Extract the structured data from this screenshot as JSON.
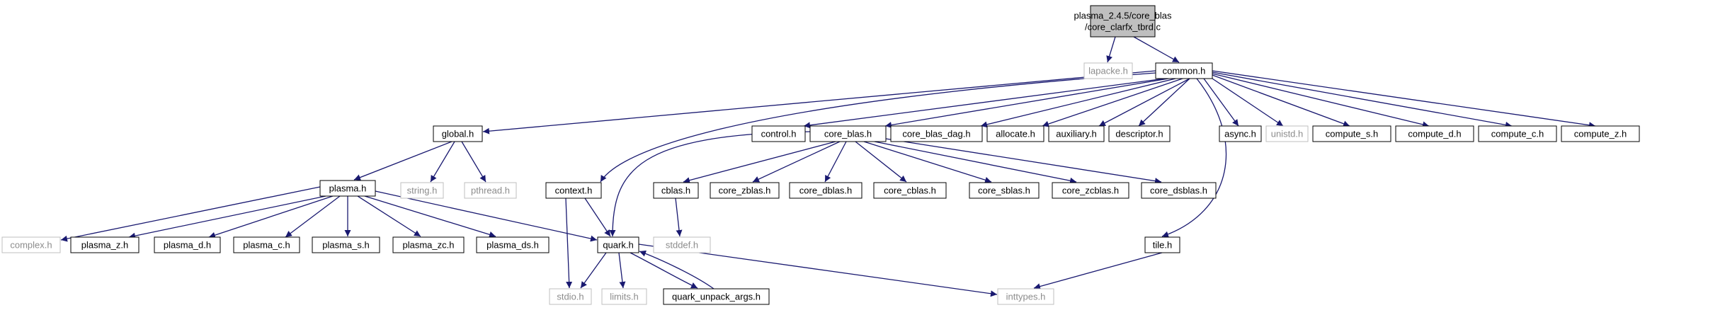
{
  "diagram": {
    "nodes": [
      {
        "id": "root",
        "label_lines": [
          "plasma_2.4.5/core_blas",
          "/core_clarfx_tbrd.c"
        ],
        "style": "root"
      },
      {
        "id": "lapacke",
        "label_lines": [
          "lapacke.h"
        ],
        "style": "external"
      },
      {
        "id": "common",
        "label_lines": [
          "common.h"
        ],
        "style": "internal"
      },
      {
        "id": "global",
        "label_lines": [
          "global.h"
        ],
        "style": "internal"
      },
      {
        "id": "control",
        "label_lines": [
          "control.h"
        ],
        "style": "internal"
      },
      {
        "id": "core_blas",
        "label_lines": [
          "core_blas.h"
        ],
        "style": "internal"
      },
      {
        "id": "core_blas_dag",
        "label_lines": [
          "core_blas_dag.h"
        ],
        "style": "internal"
      },
      {
        "id": "allocate",
        "label_lines": [
          "allocate.h"
        ],
        "style": "internal"
      },
      {
        "id": "auxiliary",
        "label_lines": [
          "auxiliary.h"
        ],
        "style": "internal"
      },
      {
        "id": "descriptor",
        "label_lines": [
          "descriptor.h"
        ],
        "style": "internal"
      },
      {
        "id": "async",
        "label_lines": [
          "async.h"
        ],
        "style": "internal"
      },
      {
        "id": "unistd",
        "label_lines": [
          "unistd.h"
        ],
        "style": "external"
      },
      {
        "id": "compute_s",
        "label_lines": [
          "compute_s.h"
        ],
        "style": "internal"
      },
      {
        "id": "compute_d",
        "label_lines": [
          "compute_d.h"
        ],
        "style": "internal"
      },
      {
        "id": "compute_c",
        "label_lines": [
          "compute_c.h"
        ],
        "style": "internal"
      },
      {
        "id": "compute_z",
        "label_lines": [
          "compute_z.h"
        ],
        "style": "internal"
      },
      {
        "id": "plasma",
        "label_lines": [
          "plasma.h"
        ],
        "style": "internal"
      },
      {
        "id": "string",
        "label_lines": [
          "string.h"
        ],
        "style": "external"
      },
      {
        "id": "pthread",
        "label_lines": [
          "pthread.h"
        ],
        "style": "external"
      },
      {
        "id": "context",
        "label_lines": [
          "context.h"
        ],
        "style": "internal"
      },
      {
        "id": "cblas",
        "label_lines": [
          "cblas.h"
        ],
        "style": "internal"
      },
      {
        "id": "core_zblas",
        "label_lines": [
          "core_zblas.h"
        ],
        "style": "internal"
      },
      {
        "id": "core_dblas",
        "label_lines": [
          "core_dblas.h"
        ],
        "style": "internal"
      },
      {
        "id": "core_cblas",
        "label_lines": [
          "core_cblas.h"
        ],
        "style": "internal"
      },
      {
        "id": "core_sblas",
        "label_lines": [
          "core_sblas.h"
        ],
        "style": "internal"
      },
      {
        "id": "core_zcblas",
        "label_lines": [
          "core_zcblas.h"
        ],
        "style": "internal"
      },
      {
        "id": "core_dsblas",
        "label_lines": [
          "core_dsblas.h"
        ],
        "style": "internal"
      },
      {
        "id": "complex",
        "label_lines": [
          "complex.h"
        ],
        "style": "external"
      },
      {
        "id": "plasma_z",
        "label_lines": [
          "plasma_z.h"
        ],
        "style": "internal"
      },
      {
        "id": "plasma_d",
        "label_lines": [
          "plasma_d.h"
        ],
        "style": "internal"
      },
      {
        "id": "plasma_c",
        "label_lines": [
          "plasma_c.h"
        ],
        "style": "internal"
      },
      {
        "id": "plasma_s",
        "label_lines": [
          "plasma_s.h"
        ],
        "style": "internal"
      },
      {
        "id": "plasma_zc",
        "label_lines": [
          "plasma_zc.h"
        ],
        "style": "internal"
      },
      {
        "id": "plasma_ds",
        "label_lines": [
          "plasma_ds.h"
        ],
        "style": "internal"
      },
      {
        "id": "quark",
        "label_lines": [
          "quark.h"
        ],
        "style": "internal"
      },
      {
        "id": "stddef",
        "label_lines": [
          "stddef.h"
        ],
        "style": "external"
      },
      {
        "id": "tile",
        "label_lines": [
          "tile.h"
        ],
        "style": "internal"
      },
      {
        "id": "stdio",
        "label_lines": [
          "stdio.h"
        ],
        "style": "external"
      },
      {
        "id": "limits",
        "label_lines": [
          "limits.h"
        ],
        "style": "external"
      },
      {
        "id": "quark_unpack_args",
        "label_lines": [
          "quark_unpack_args.h"
        ],
        "style": "internal"
      },
      {
        "id": "inttypes",
        "label_lines": [
          "inttypes.h"
        ],
        "style": "external"
      }
    ],
    "edges": [
      [
        "root",
        "lapacke"
      ],
      [
        "root",
        "common"
      ],
      [
        "common",
        "global"
      ],
      [
        "common",
        "context"
      ],
      [
        "common",
        "control"
      ],
      [
        "common",
        "core_blas"
      ],
      [
        "common",
        "core_blas_dag"
      ],
      [
        "common",
        "allocate"
      ],
      [
        "common",
        "auxiliary"
      ],
      [
        "common",
        "descriptor"
      ],
      [
        "common",
        "tile"
      ],
      [
        "common",
        "async"
      ],
      [
        "common",
        "unistd"
      ],
      [
        "common",
        "compute_s"
      ],
      [
        "common",
        "compute_d"
      ],
      [
        "common",
        "compute_c"
      ],
      [
        "common",
        "compute_z"
      ],
      [
        "global",
        "plasma"
      ],
      [
        "global",
        "string"
      ],
      [
        "global",
        "pthread"
      ],
      [
        "plasma",
        "complex"
      ],
      [
        "plasma",
        "plasma_z"
      ],
      [
        "plasma",
        "plasma_d"
      ],
      [
        "plasma",
        "plasma_c"
      ],
      [
        "plasma",
        "plasma_s"
      ],
      [
        "plasma",
        "plasma_zc"
      ],
      [
        "plasma",
        "plasma_ds"
      ],
      [
        "plasma",
        "quark"
      ],
      [
        "context",
        "quark"
      ],
      [
        "context",
        "stdio"
      ],
      [
        "core_blas",
        "quark"
      ],
      [
        "core_blas",
        "cblas"
      ],
      [
        "core_blas",
        "core_zblas"
      ],
      [
        "core_blas",
        "core_dblas"
      ],
      [
        "core_blas",
        "core_cblas"
      ],
      [
        "core_blas",
        "core_sblas"
      ],
      [
        "core_blas",
        "core_zcblas"
      ],
      [
        "core_blas",
        "core_dsblas"
      ],
      [
        "cblas",
        "stddef"
      ],
      [
        "quark",
        "stdio"
      ],
      [
        "quark",
        "limits"
      ],
      [
        "quark",
        "quark_unpack_args"
      ],
      [
        "quark",
        "inttypes"
      ],
      [
        "quark_unpack_args",
        "quark"
      ],
      [
        "tile",
        "inttypes"
      ]
    ],
    "colors": {
      "root_fill": "#bfbfbf",
      "node_border": "#000000",
      "external_border": "#bfbfbf",
      "external_text": "#8c8c8c",
      "edge": "#191970"
    }
  }
}
